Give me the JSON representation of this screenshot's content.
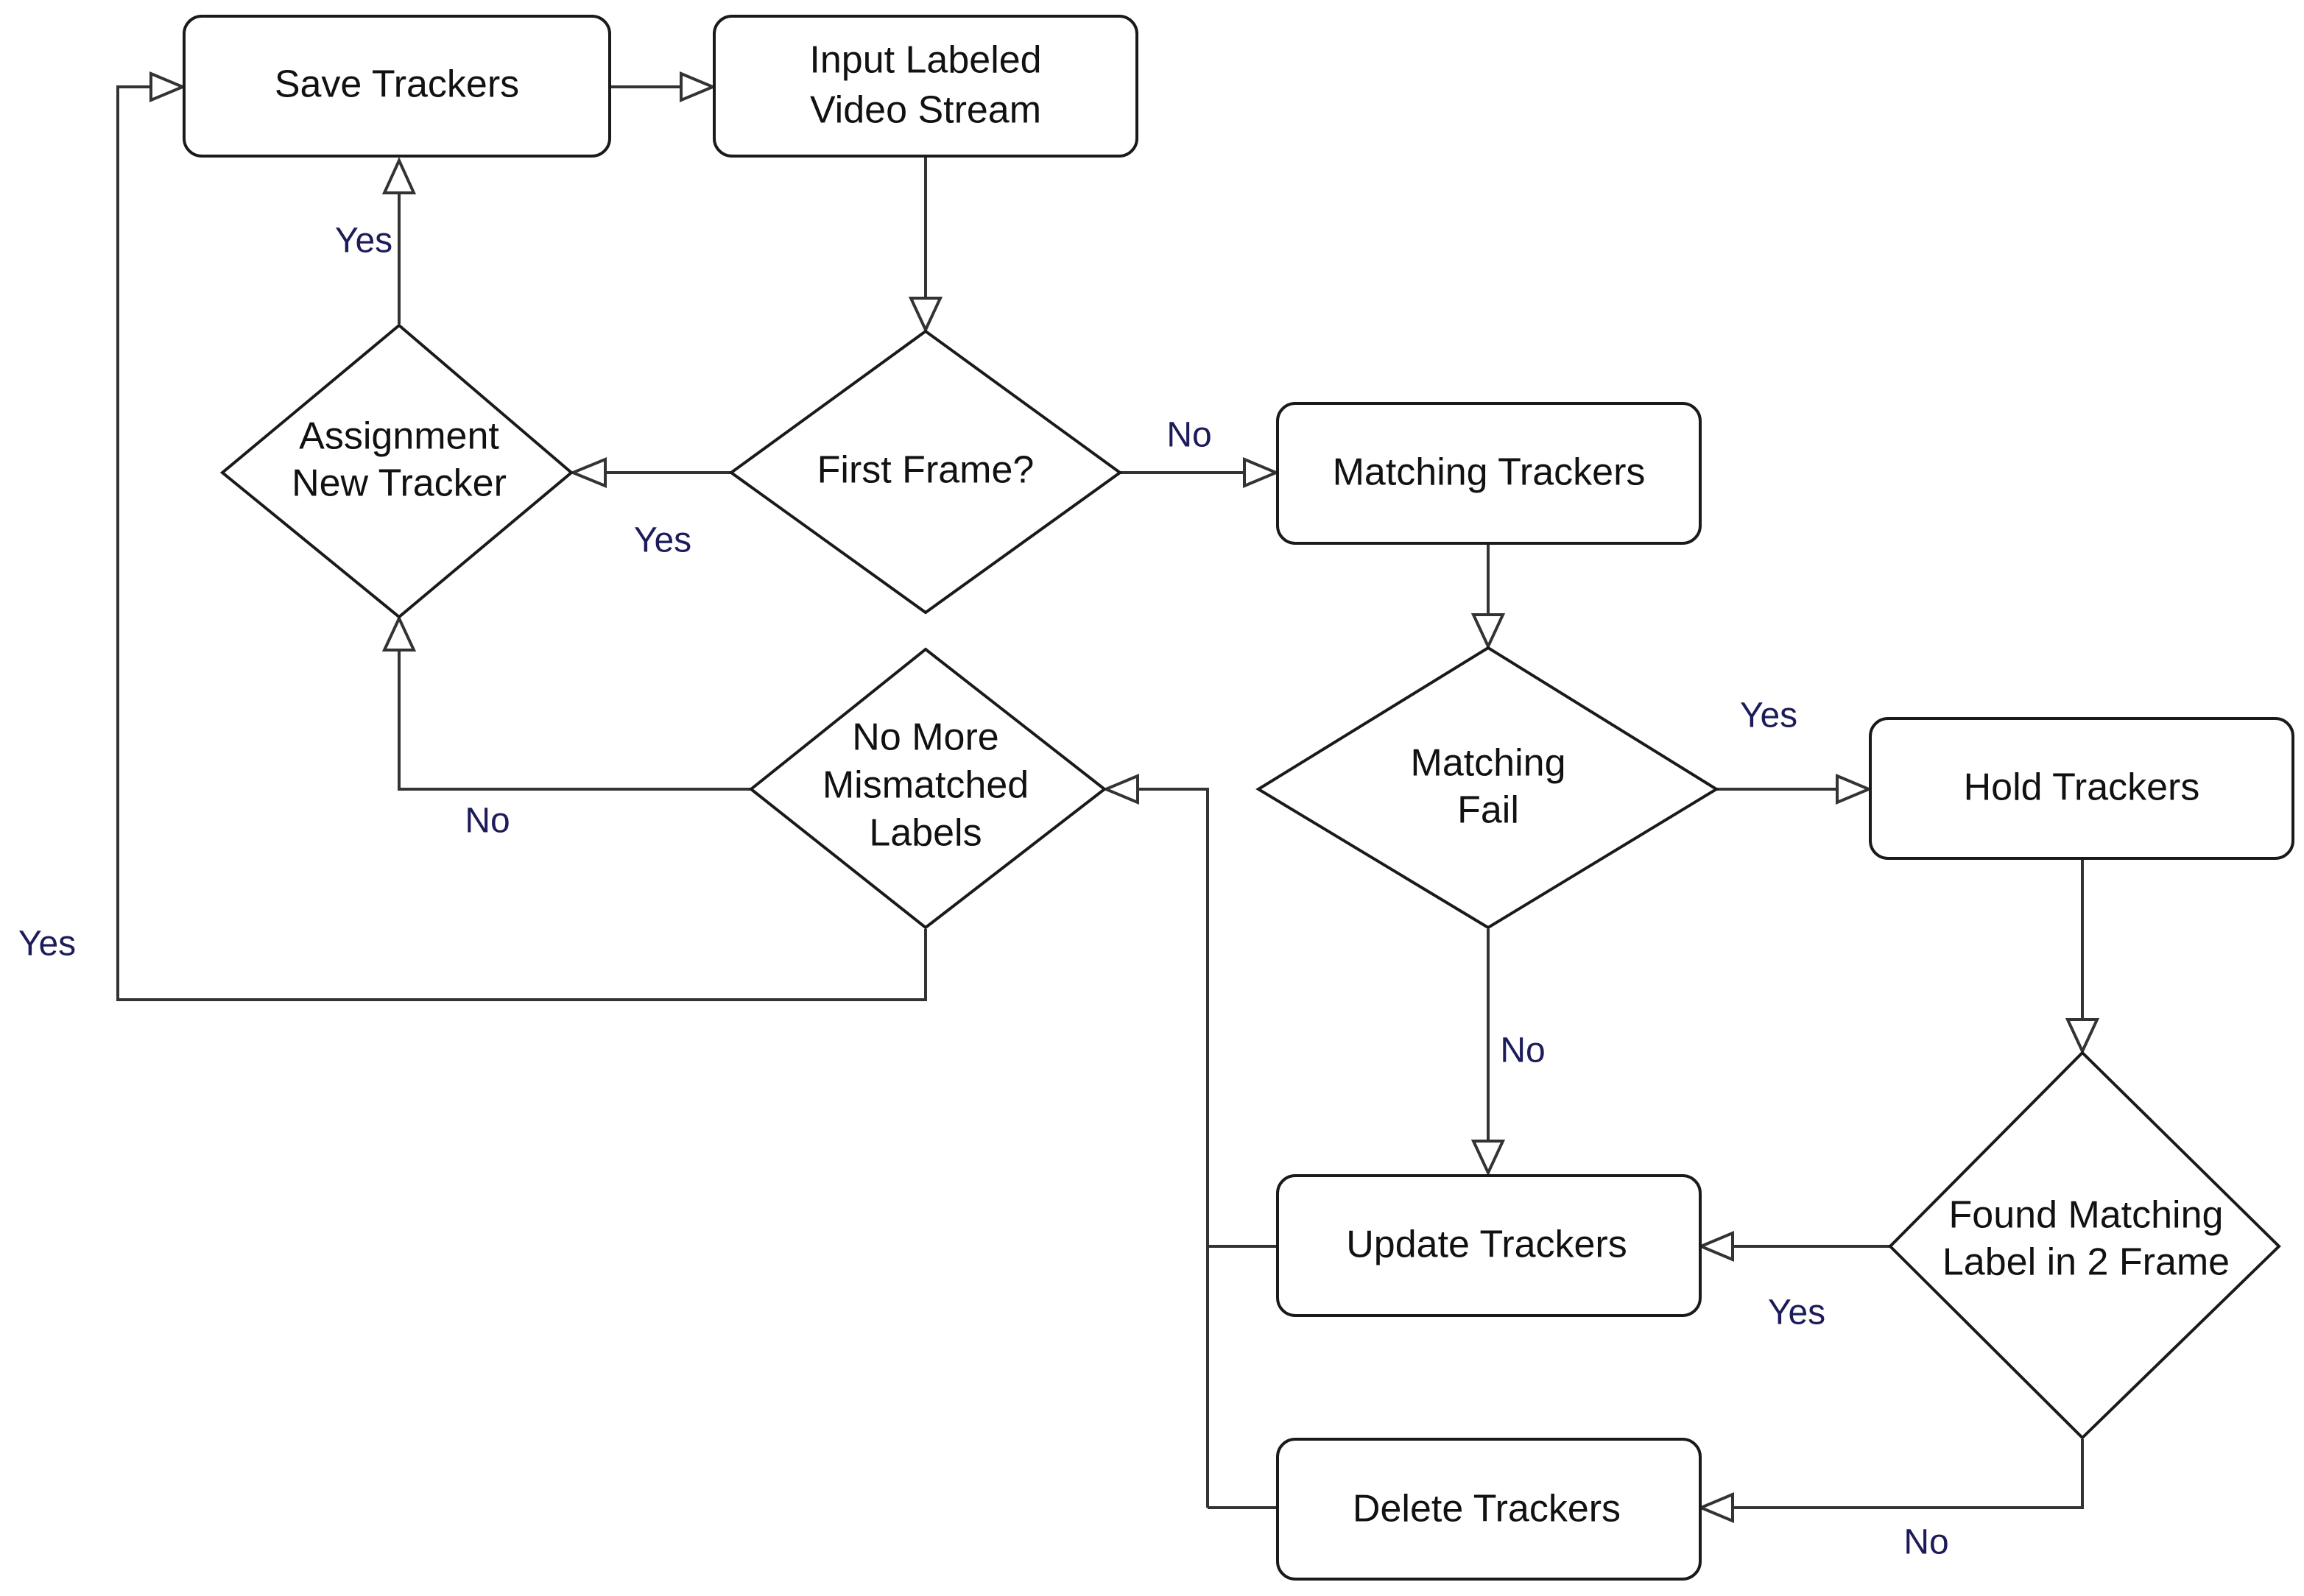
{
  "nodes": {
    "save_trackers": "Save Trackers",
    "input_video_1": "Input Labeled",
    "input_video_2": "Video Stream",
    "first_frame": "First Frame?",
    "assignment_1": "Assignment",
    "assignment_2": "New Tracker",
    "matching_trackers": "Matching Trackers",
    "matching_fail_1": "Matching",
    "matching_fail_2": "Fail",
    "no_more_1": "No More",
    "no_more_2": "Mismatched",
    "no_more_3": "Labels",
    "hold_trackers": "Hold Trackers",
    "found_matching_1": "Found Matching",
    "found_matching_2": "Label in 2 Frame",
    "update_trackers": "Update Trackers",
    "delete_trackers": "Delete Trackers"
  },
  "edge_labels": {
    "assignment_to_save": "Yes",
    "first_frame_no": "No",
    "first_frame_yes": "Yes",
    "matching_fail_yes": "Yes",
    "no_more_no": "No",
    "no_more_yes": "Yes",
    "matching_fail_no": "No",
    "found_yes": "Yes",
    "found_no": "No"
  }
}
